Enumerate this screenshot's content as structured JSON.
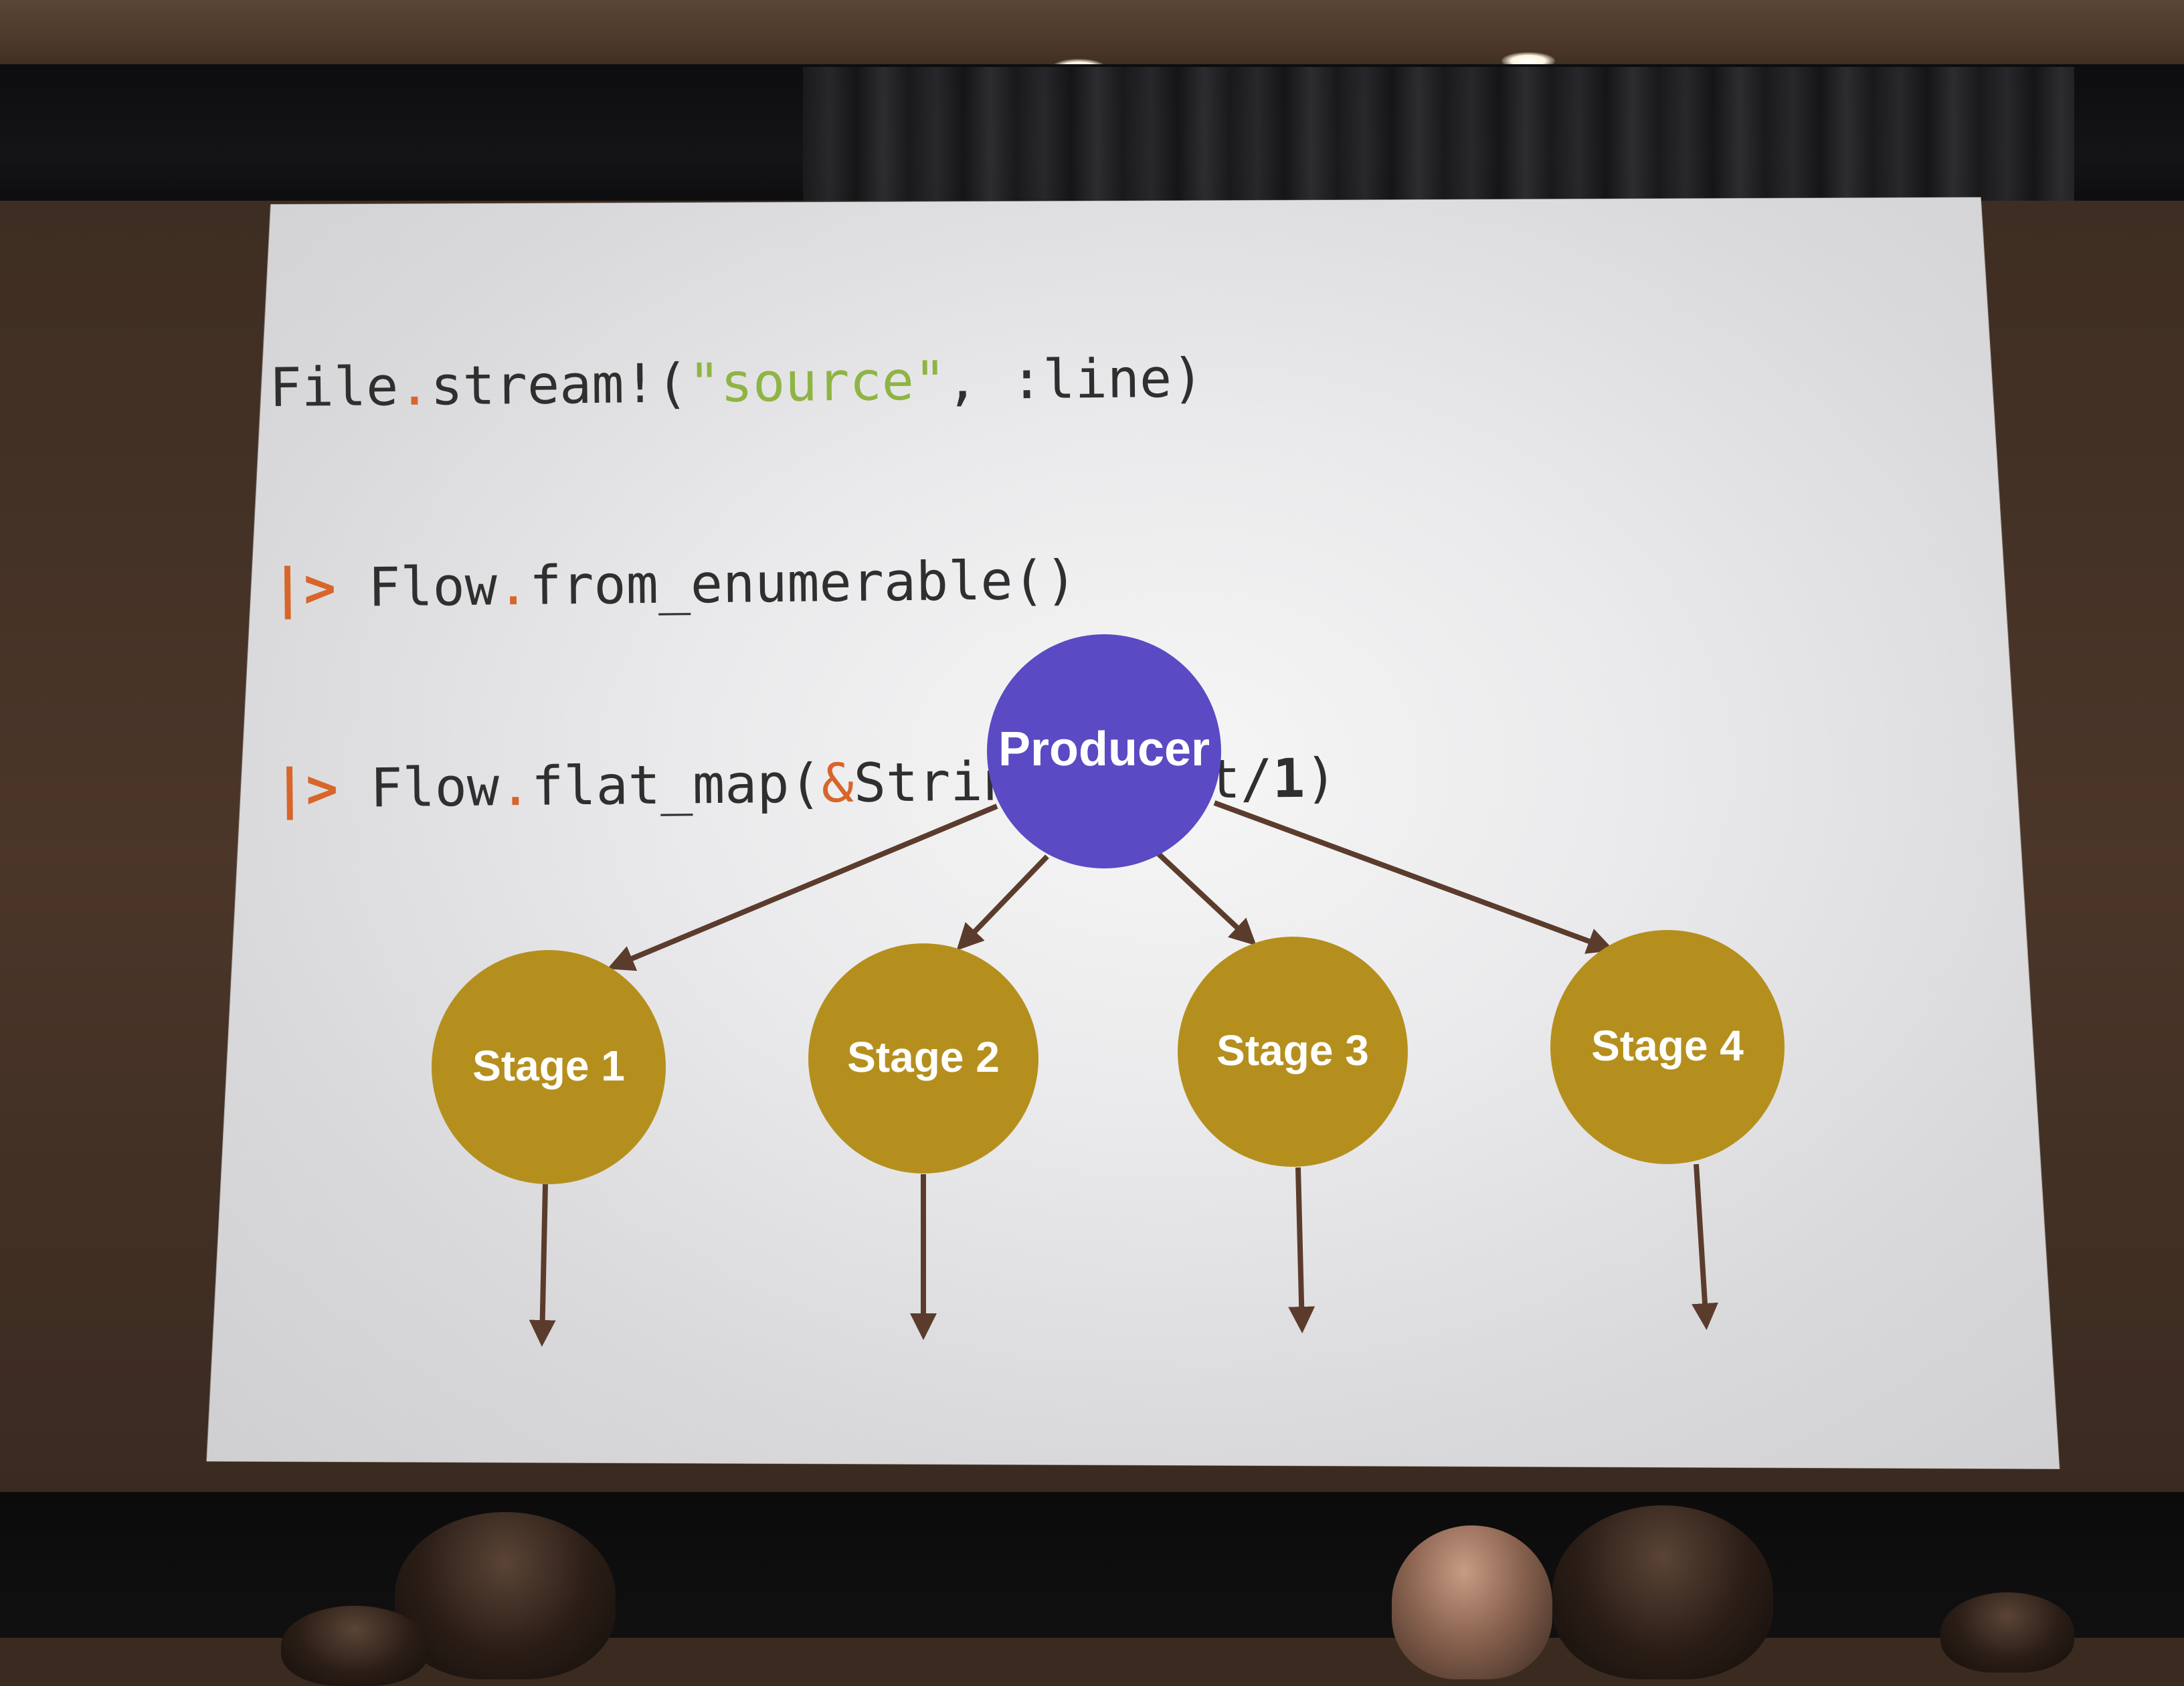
{
  "code": {
    "line1": {
      "p1": "File",
      "dot1": ".",
      "p2": "stream!(",
      "str": "\"source\"",
      "p3": ", ",
      "atom": ":line",
      "p4": ")"
    },
    "line2": {
      "pipe": "|>",
      "p1": " Flow",
      "dot1": ".",
      "p2": "from_enumerable()"
    },
    "line3": {
      "pipe": "|>",
      "p1": " Flow",
      "dot1": ".",
      "p2": "flat_map(",
      "amp": "&",
      "p3": "String",
      "dot2": ".",
      "p4": "split/",
      "num": "1",
      "p5": ")"
    }
  },
  "diagram": {
    "producer": {
      "label": "Producer",
      "color": "#5a4ac4"
    },
    "stages": [
      {
        "label": "Stage 1",
        "color": "#b58f1e"
      },
      {
        "label": "Stage 2",
        "color": "#b58f1e"
      },
      {
        "label": "Stage 3",
        "color": "#b58f1e"
      },
      {
        "label": "Stage 4",
        "color": "#b58f1e"
      }
    ],
    "arrow_color": "#5b3c2c"
  }
}
